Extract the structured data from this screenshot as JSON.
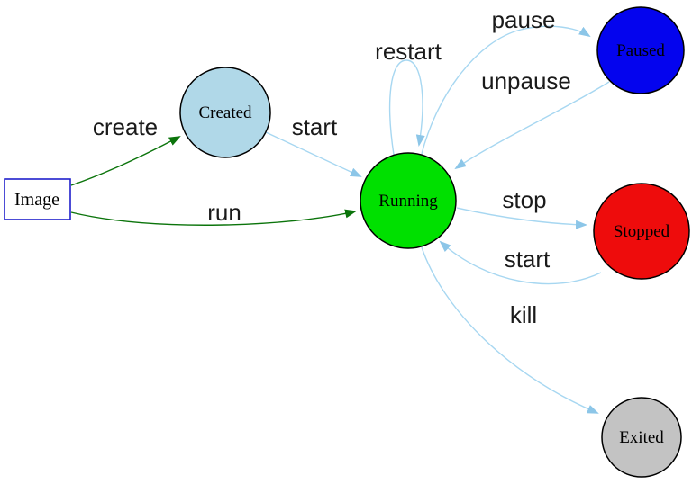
{
  "diagram": {
    "type": "state-diagram",
    "description": "Container lifecycle states and transitions"
  },
  "colors": {
    "background": "#ffffff",
    "edge_blue": "#a7d7f1",
    "edge_blue_head": "#8cc6e8",
    "edge_green": "#0b740b",
    "node_border": "#000000",
    "image_border": "#2020cc",
    "label_color": "#1a1a1a"
  },
  "nodes": {
    "image": {
      "label": "Image",
      "fill": "#ffffff",
      "shape": "rect"
    },
    "created": {
      "label": "Created",
      "fill": "#b0d8e8",
      "shape": "circle"
    },
    "running": {
      "label": "Running",
      "fill": "#00e000",
      "shape": "circle"
    },
    "paused": {
      "label": "Paused",
      "fill": "#0404ee",
      "shape": "circle"
    },
    "stopped": {
      "label": "Stopped",
      "fill": "#ee0c0c",
      "shape": "circle"
    },
    "exited": {
      "label": "Exited",
      "fill": "#c3c3c3",
      "shape": "circle"
    }
  },
  "edges": {
    "create": {
      "label": "create",
      "from": "image",
      "to": "created"
    },
    "run": {
      "label": "run",
      "from": "image",
      "to": "running"
    },
    "start_created": {
      "label": "start",
      "from": "created",
      "to": "running"
    },
    "restart": {
      "label": "restart",
      "from": "running",
      "to": "running"
    },
    "pause": {
      "label": "pause",
      "from": "running",
      "to": "paused"
    },
    "unpause": {
      "label": "unpause",
      "from": "paused",
      "to": "running"
    },
    "stop": {
      "label": "stop",
      "from": "running",
      "to": "stopped"
    },
    "start_stopped": {
      "label": "start",
      "from": "stopped",
      "to": "running"
    },
    "kill": {
      "label": "kill",
      "from": "running",
      "to": "exited"
    }
  }
}
